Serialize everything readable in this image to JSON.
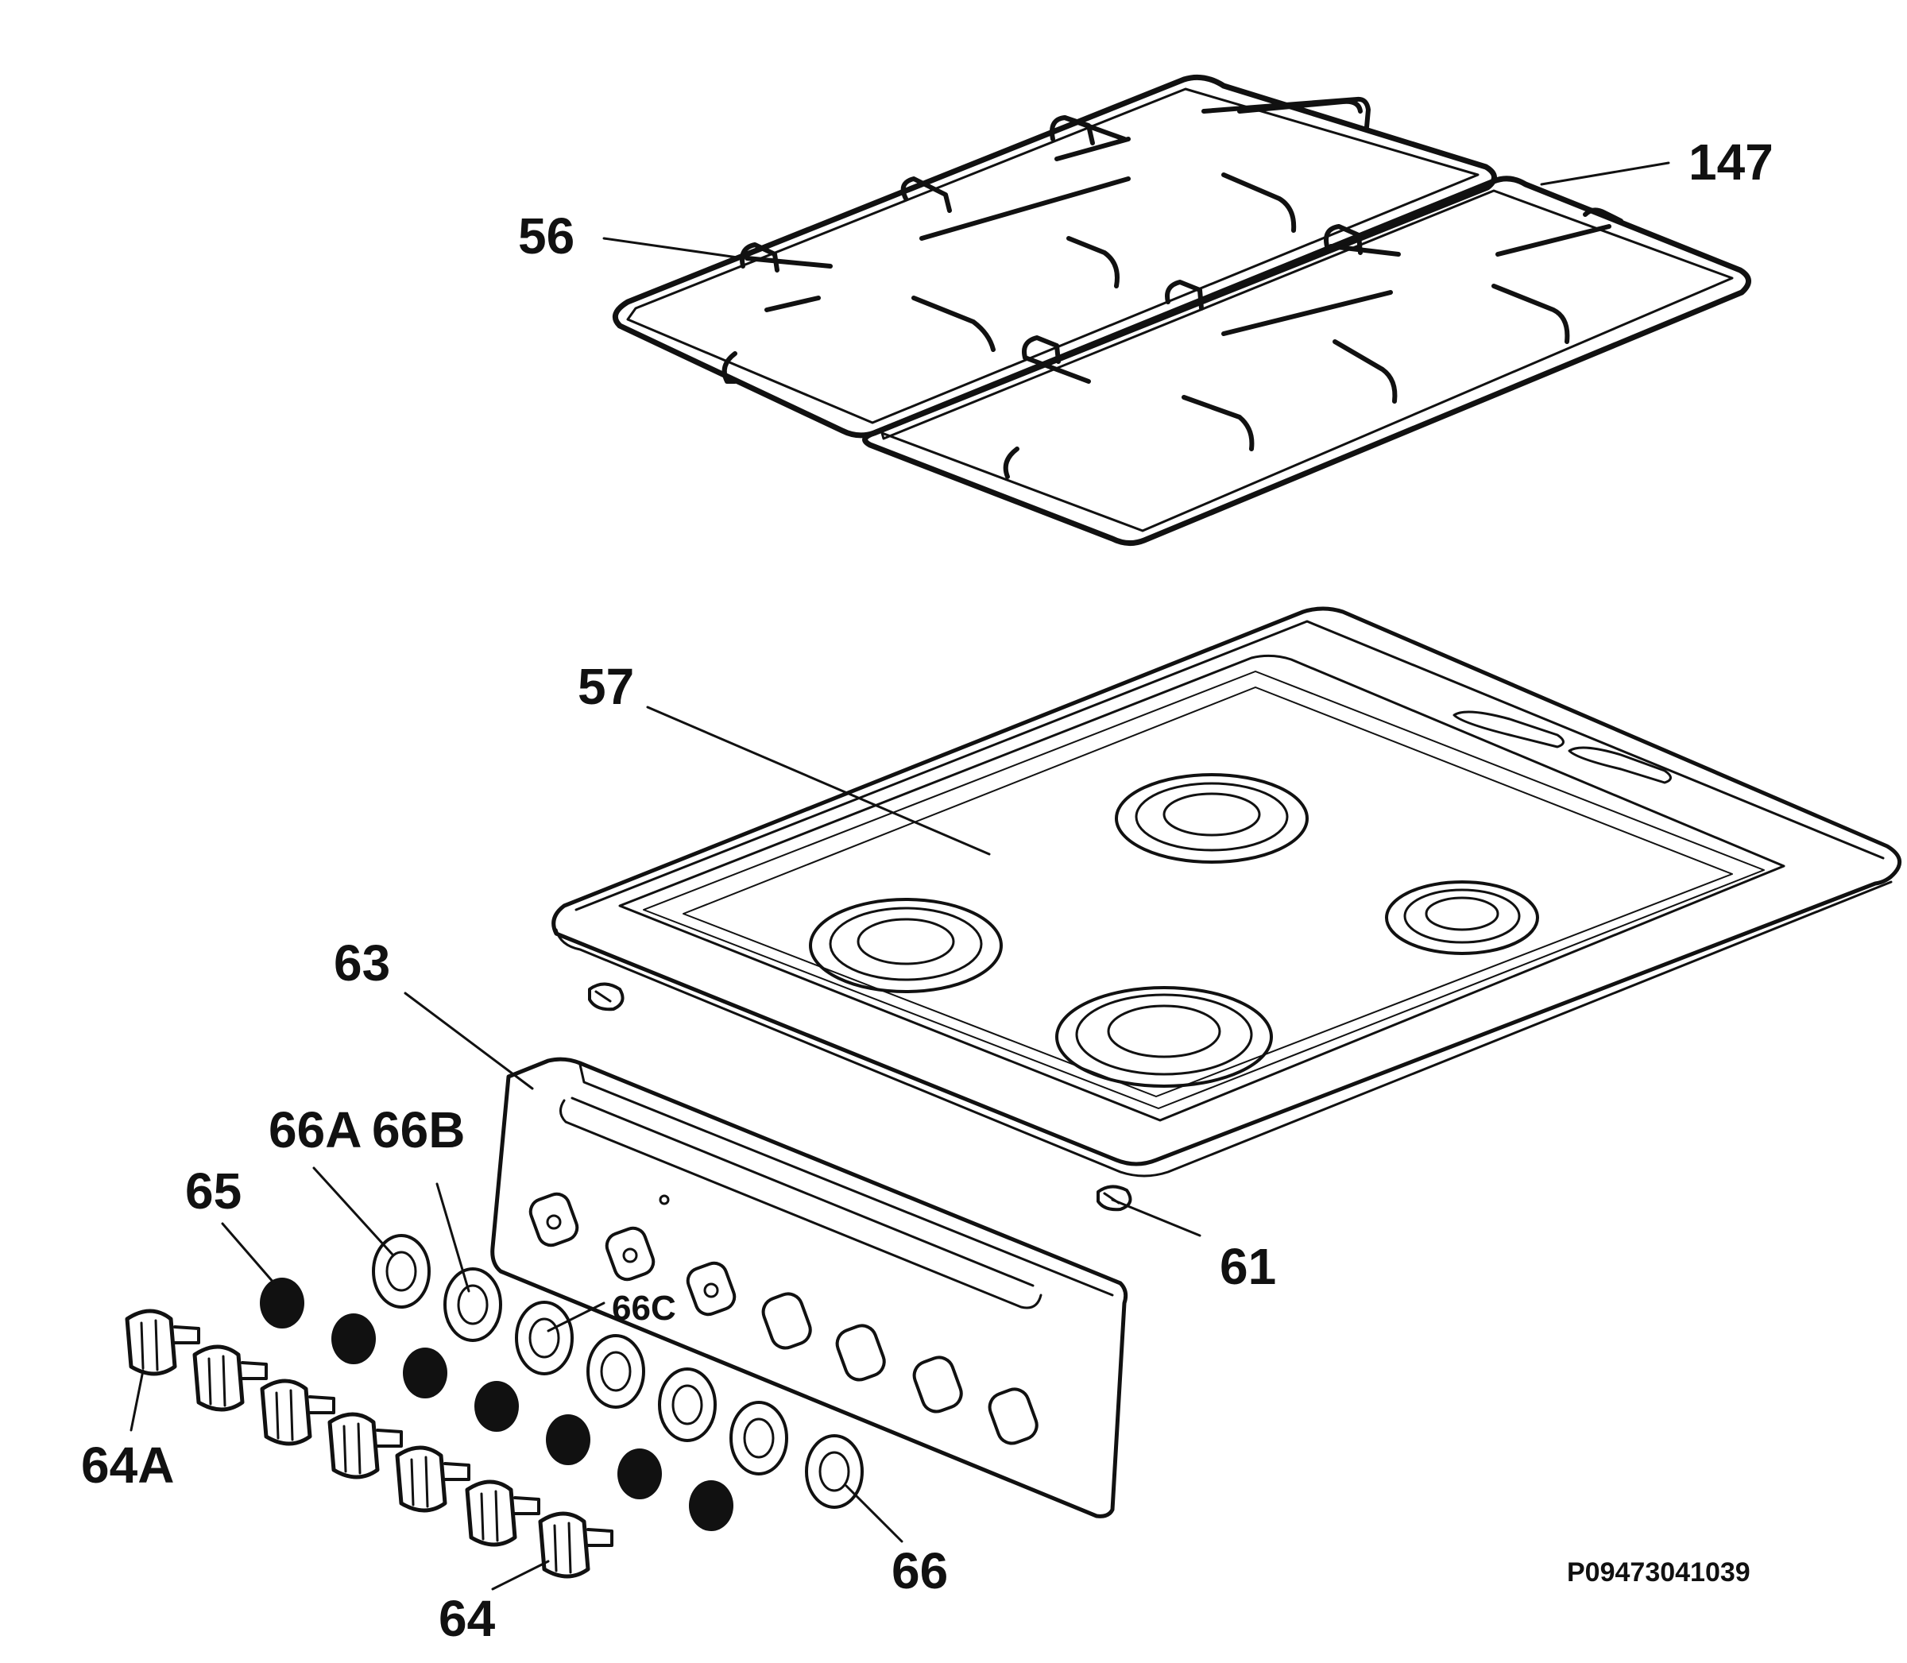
{
  "diagram": {
    "callouts": {
      "c147": "147",
      "c56": "56",
      "c57": "57",
      "c63": "63",
      "c66A": "66A",
      "c66B": "66B",
      "c65": "65",
      "c66C": "66C",
      "c61": "61",
      "c64A": "64A",
      "c66": "66",
      "c64": "64"
    },
    "drawing_code": "P09473041039"
  },
  "colors": {
    "ink": "#111111",
    "paper": "#ffffff"
  }
}
